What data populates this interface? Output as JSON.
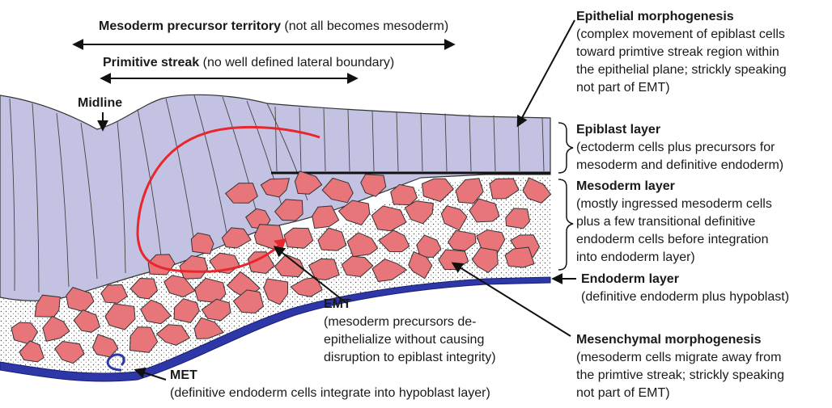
{
  "top_labels": {
    "mesoderm_precursor": {
      "title": "Mesoderm precursor territory",
      "note": "(not all becomes mesoderm)"
    },
    "primitive_streak": {
      "title": "Primitive streak",
      "note": "(no well defined lateral boundary)"
    },
    "midline": "Midline"
  },
  "right_labels": {
    "epithelial_morphogenesis": {
      "title": "Epithelial morphogenesis",
      "desc": "(complex movement of epiblast cells\ntoward primtive streak region within\nthe epithelial plane; strickly speaking\nnot part of EMT)"
    },
    "epiblast": {
      "title": "Epiblast layer",
      "desc": "(ectoderm cells plus precursors for\nmesoderm and definitive endoderm)"
    },
    "mesoderm": {
      "title": "Mesoderm layer",
      "desc": "(mostly ingressed mesoderm cells\nplus a few transitional definitive\nendoderm cells before integration\ninto endoderm layer)"
    },
    "endoderm": {
      "title": "Endoderm layer",
      "desc": "(definitive endoderm plus hypoblast)"
    }
  },
  "bottom_labels": {
    "emt": {
      "title": "EMT",
      "desc": "(mesoderm precursors de-\nepithelialize without causing\ndisruption to epiblast integrity)"
    },
    "met": {
      "title": "MET",
      "desc": "(definitive endoderm cells integrate into hypoblast layer)"
    },
    "mesenchymal_morphogenesis": {
      "title": "Mesenchymal morphogenesis",
      "desc": "(mesoderm cells migrate away from\nthe primtive streak; strickly speaking\nnot part of EMT)"
    }
  },
  "colors": {
    "epiblast": "#c4c2e2",
    "mesoderm_cell": "#e8757a",
    "endoderm": "#2e37a8",
    "emt_path": "#e8262b",
    "outline": "#333333"
  }
}
